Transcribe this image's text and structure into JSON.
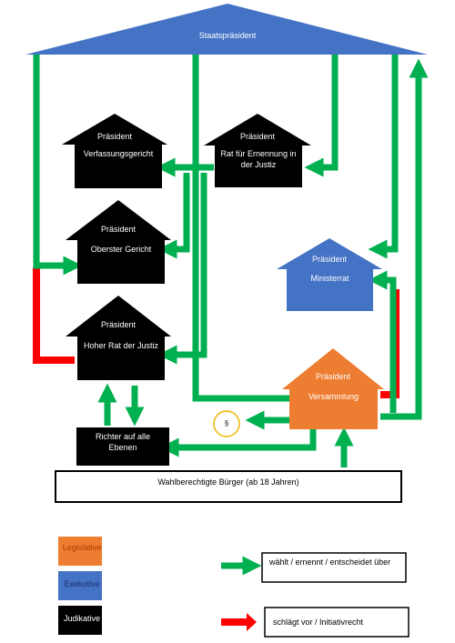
{
  "diagram": {
    "head_of_state": "Staatspräsident",
    "institutions": {
      "constitutional_court": {
        "roof": "Präsident",
        "body": "Verfassungsgericht"
      },
      "appointment_council": {
        "roof": "Präsident",
        "body": "Rat für Ernennung in der Justiz"
      },
      "supreme_court": {
        "roof": "Präsident",
        "body": "Oberster Gericht"
      },
      "council_of_ministers": {
        "roof": "Präsident",
        "body": "Ministerrat"
      },
      "high_judicial_council": {
        "roof": "Präsident",
        "body": "Hoher Rat der Justiz"
      },
      "assembly": {
        "roof": "Präsident",
        "body": "Versammlung"
      },
      "judges": {
        "body": "Richter auf alle Ebenen"
      },
      "voters": {
        "body": "Wahlberechtigte Bürger (ab 18 Jahren)"
      },
      "law_symbol": "§"
    }
  },
  "legend": {
    "legislative": "Legislative",
    "executive": "Exekutive",
    "judicative": "Judikative",
    "green_arrow": "wählt / ernennt / entscheidet über",
    "red_arrow": "schlägt vor / Initiativrecht"
  },
  "colors": {
    "state_blue": "#4472c4",
    "assembly_orange": "#ed7d31",
    "judicative_black": "#000000",
    "arrow_green": "#00b050",
    "arrow_red": "#ff0000",
    "symbol_ring": "#f0b400"
  }
}
